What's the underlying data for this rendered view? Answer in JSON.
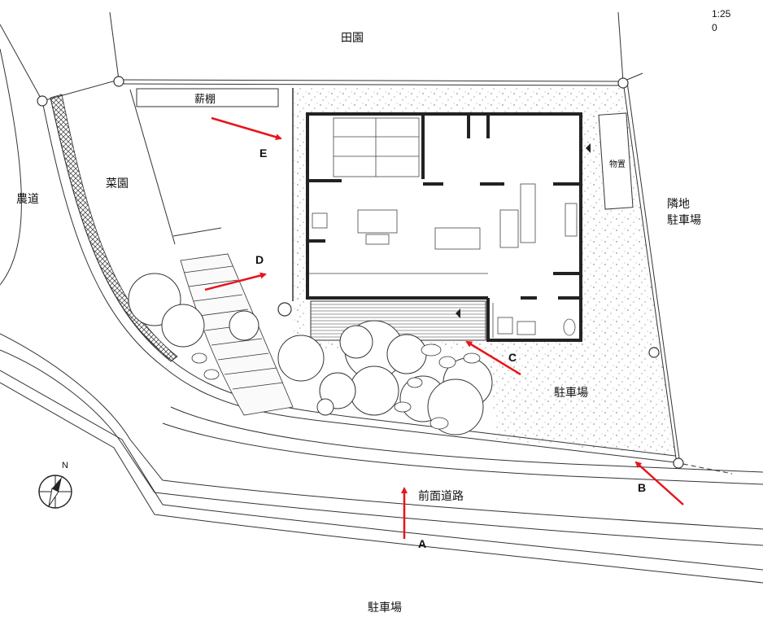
{
  "scale": {
    "line1": "1:25",
    "line2": "0"
  },
  "labels": {
    "rice_field": "田園",
    "farm_road": "農道",
    "vegetable_garden": "菜園",
    "woodshed": "薪棚",
    "storage": "物置",
    "neighbor_parking": "隣地\n駐車場",
    "neighbor_parking_1": "隣地",
    "neighbor_parking_2": "駐車場",
    "parking_east": "駐車場",
    "front_road": "前面道路",
    "parking_south": "駐車場"
  },
  "viewpoints": [
    "A",
    "B",
    "C",
    "D",
    "E"
  ],
  "compass": {
    "letter": "N"
  },
  "colors": {
    "arrow": "#e8141b",
    "line": "#222222"
  }
}
